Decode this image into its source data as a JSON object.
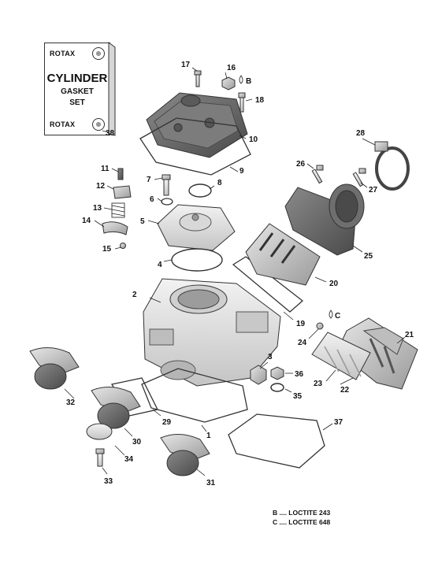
{
  "kit_label": {
    "brand_top": "ROTAX",
    "brand_bottom": "ROTAX",
    "line1": "CYLINDER",
    "line2": "GASKET",
    "line3": "SET"
  },
  "callouts": [
    "1",
    "2",
    "3",
    "4",
    "5",
    "6",
    "7",
    "8",
    "9",
    "10",
    "11",
    "12",
    "13",
    "14",
    "15",
    "16",
    "17",
    "18",
    "19",
    "20",
    "21",
    "22",
    "23",
    "24",
    "25",
    "26",
    "27",
    "28",
    "29",
    "30",
    "31",
    "32",
    "33",
    "34",
    "35",
    "36",
    "37",
    "38"
  ],
  "sealant_marks": {
    "b": "B",
    "c": "C"
  },
  "legend": [
    "B .... LOCTITE 243",
    "C .... LOCTITE 648"
  ]
}
